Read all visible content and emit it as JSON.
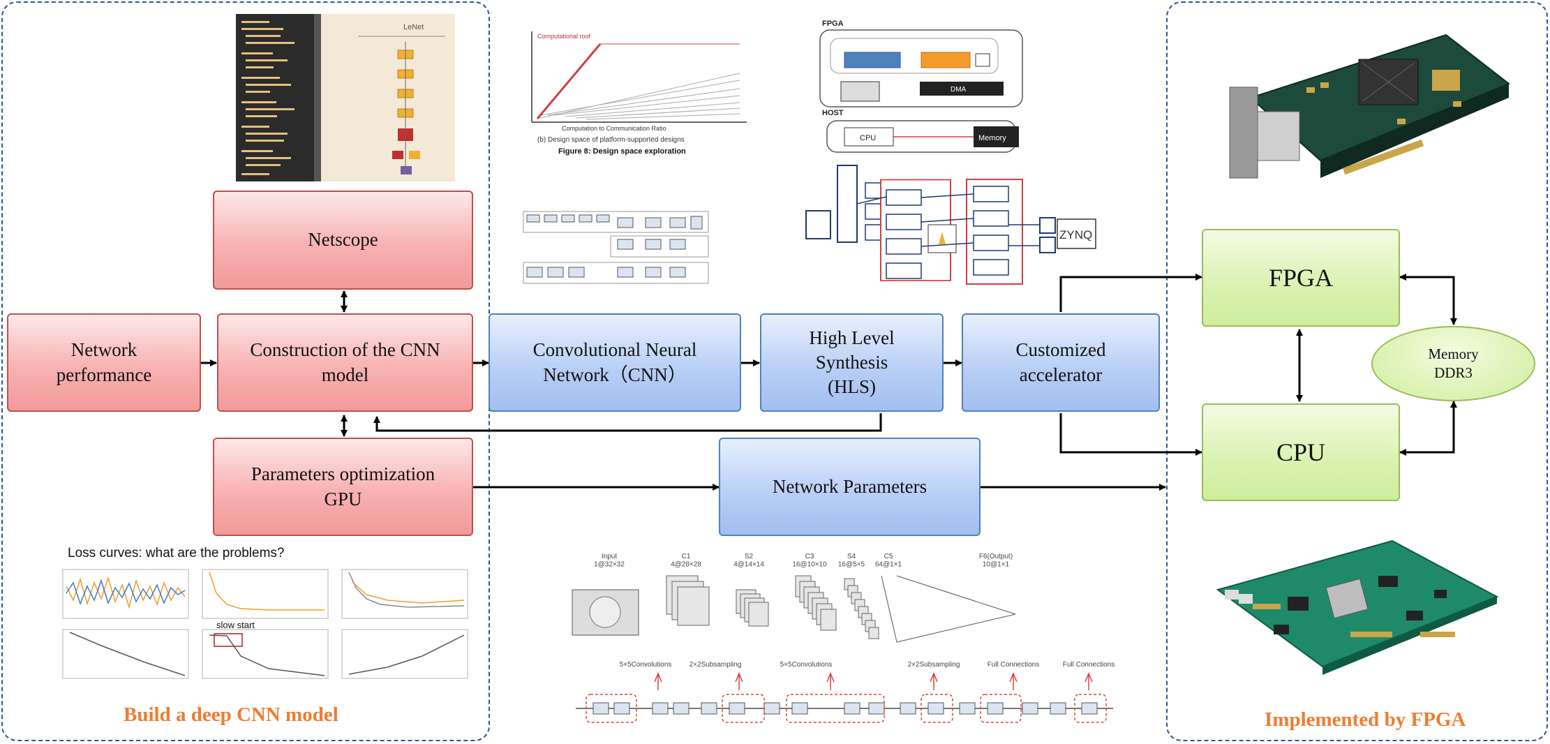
{
  "left_panel": {
    "caption": "Build a deep CNN model",
    "netscope": "Netscope",
    "network_performance": "Network\nperformance",
    "construction": "Construction of the CNN\nmodel",
    "params_opt": "Parameters optimization\nGPU",
    "loss_title": "Loss curves: what are the problems?",
    "slow_start": "slow start"
  },
  "middle": {
    "cnn": "Convolutional Neural\nNetwork（CNN）",
    "hls": "High Level\nSynthesis\n(HLS)",
    "accelerator": "Customized\naccelerator",
    "network_params": "Network Parameters",
    "fpga_diagram": {
      "fpga_label": "FPGA",
      "host_label": "HOST",
      "dma_label": "DMA",
      "cpu_label": "CPU",
      "memory_label": "Memory"
    },
    "zynq_label": "ZYNQ",
    "figure_caption": "Figure 8: Design space exploration",
    "figure_subcaption": "(b) Design space of platform-supported designs",
    "roofline_xlabel": "Computation to Communication Ratio",
    "lenet": {
      "top_labels": [
        "Input\n1@32×32",
        "C1\n4@28×28",
        "S2\n4@14×14",
        "C3\n16@10×10",
        "S4\n16@5×5",
        "C5\n64@1×1",
        "F6(Output)\n10@1×1"
      ],
      "bottom_labels": [
        "5×5Convolutions",
        "2×2Subsampling",
        "5×5Convolutions",
        "2×2Subsampling",
        "Full Connections",
        "Full Connections"
      ]
    }
  },
  "right_panel": {
    "caption": "Implemented by FPGA",
    "fpga": "FPGA",
    "cpu": "CPU",
    "memory": "Memory\nDDR3"
  },
  "colors": {
    "red_box": "#f8b2b2",
    "blue_box": "#b6cdf5",
    "green_box": "#d9f2b0",
    "caption": "#ed7d31",
    "panel_border": "#2f5597"
  }
}
